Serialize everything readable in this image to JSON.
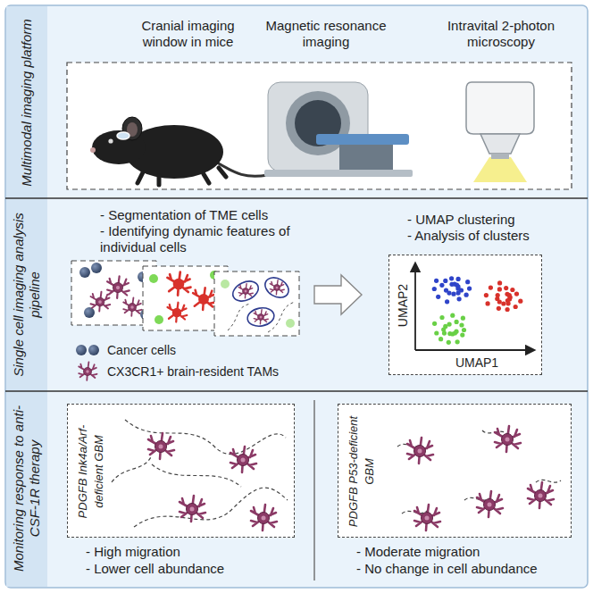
{
  "diagram": {
    "nodes": [
      {
        "text": [
          "Multimodal imaging platform"
        ]
      },
      {
        "text": [
          "Single cell imaging analysis pipeline"
        ]
      },
      {
        "text": [
          "- UMAP clustering",
          "- Analysis of clusters",
          "UMAP1",
          "UMAP2"
        ],
        "in": 1
      },
      {
        "text": [
          "Monitoring response to anti-CSF-1R therapy"
        ]
      },
      {
        "text": [
          "PDGFB Ink4a/Arf-deficient GBM",
          "- High migration",
          "- Lower cell abundance"
        ],
        "in": 3
      },
      {
        "text": [
          "PDGFB P53-deficient GBM",
          "- Moderate migration",
          "- No change in cell abundance"
        ],
        "in": 3
      }
    ],
    "labels": [
      "Cranial imaging window in mice",
      "Magnetic resonance imaging",
      "Intravital 2-photon microscopy",
      "- Segmentation of TME cells",
      "- Identifying dynamic features of individual cells"
    ],
    "legend": [
      {
        "text": "Cancer cells"
      },
      {
        "text": "CX3CR1+ brain-resident TAMs"
      }
    ]
  }
}
